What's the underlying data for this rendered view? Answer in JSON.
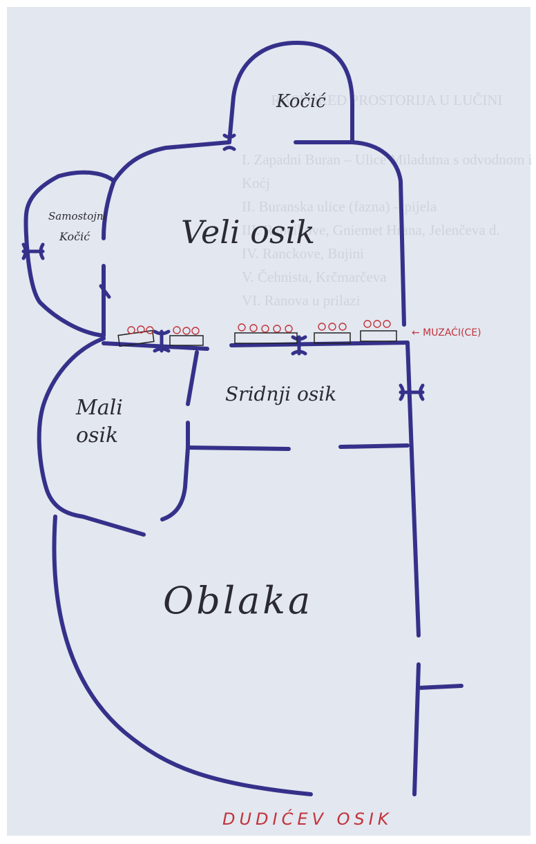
{
  "colors": {
    "paper": "#e3e7ef",
    "frame": "#ffffff",
    "wall_ink": "#35318a",
    "label_ink": "#2a2a36",
    "red_ink": "#c2323b",
    "bleed_text": "#c9cdd8"
  },
  "map": {
    "rooms": {
      "kocic": "Kočić",
      "samostojni_kocic_line1": "Samostojni",
      "samostojni_kocic_line2": "Kočić",
      "veli_osik": "Veli osik",
      "mali_osik_line1": "Mali",
      "mali_osik_line2": "osik",
      "sridnji_osik": "Sridnji osik",
      "oblaka": "Oblaka"
    },
    "annotations": {
      "muzaci": "← MUZAĆI(CE)",
      "dudicev_osik": "DUDIĆEV OSIK"
    },
    "bleed_through": {
      "heading": "RASPORED PROSTORIJA U LUČINI",
      "lines": [
        "I.   Zapadni Buran – Ulice Miladutna s odvodnom i",
        "      Koćj",
        "II.  Buranska ulice (fazna) – pijela",
        "III. Raneikove, Gniemet Hrana, Jelenčeva d.",
        "IV.  Ranckove, Bujini",
        "V.   Čehnista, Krčmarčeva",
        "VI.  Ranova u prilazi"
      ]
    },
    "icons": {
      "door": "door-icon",
      "cattle": "cattle-icon",
      "trough": "trough-icon"
    }
  }
}
